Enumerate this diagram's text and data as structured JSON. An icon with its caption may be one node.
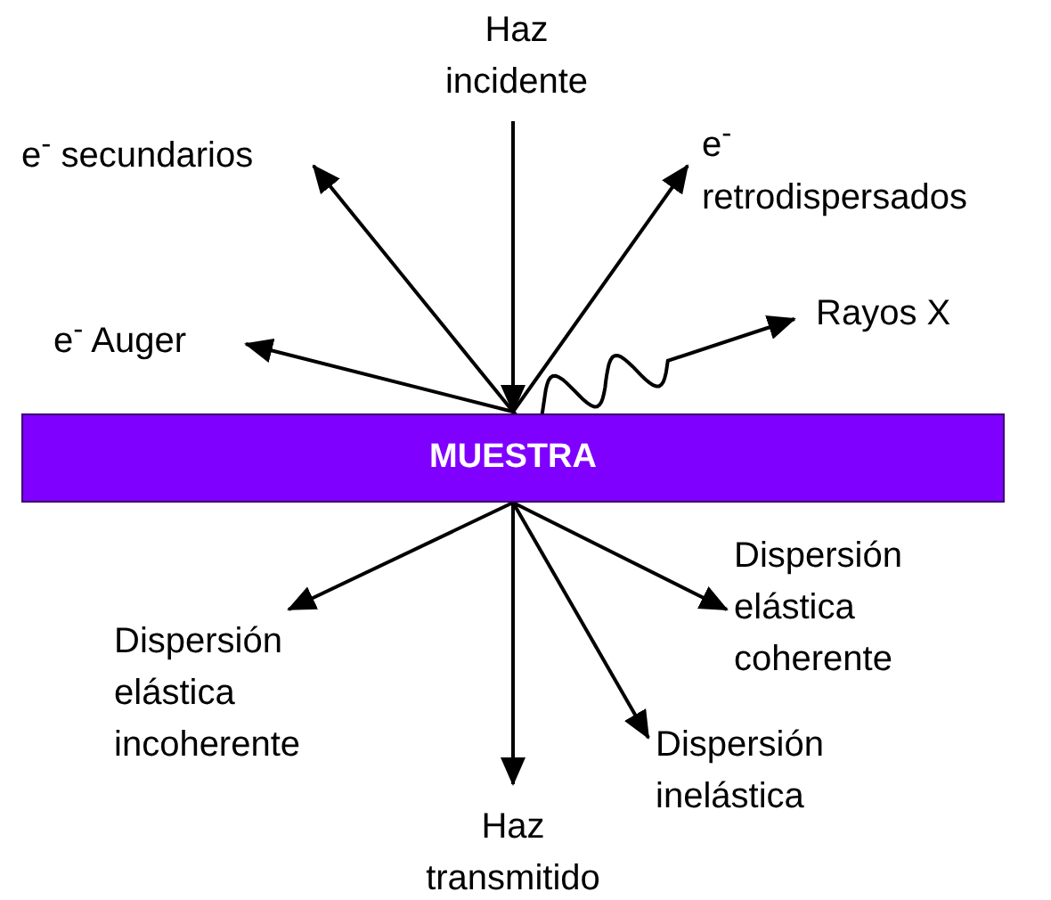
{
  "diagram": {
    "nodes": [
      {
        "text": [
          "Haz incidente"
        ]
      },
      {
        "text": [
          "e$^{-}$ secundarios"
        ]
      },
      {
        "text": [
          "e$^{-}$ retrodispersados"
        ]
      },
      {
        "text": [
          "e$^{-}$ Auger"
        ]
      },
      {
        "text": [
          "Rayos X"
        ]
      },
      {
        "text": [
          "MUESTRA"
        ]
      },
      {
        "text": [
          "Dispersión elástica coherente"
        ]
      },
      {
        "text": [
          "Dispersión elástica incoherente"
        ]
      },
      {
        "text": [
          "Dispersión inelástica"
        ]
      },
      {
        "text": [
          "Haz transmitido"
        ]
      }
    ],
    "edges": [
      {
        "from": 0,
        "to": 5,
        "arrow": "to"
      },
      {
        "from": 5,
        "to": 1,
        "arrow": "to"
      },
      {
        "from": 5,
        "to": 2,
        "arrow": "to"
      },
      {
        "from": 5,
        "to": 3,
        "arrow": "to"
      },
      {
        "from": 5,
        "to": 4,
        "arrow": "to"
      },
      {
        "from": 5,
        "to": 6,
        "arrow": "to"
      },
      {
        "from": 5,
        "to": 7,
        "arrow": "to"
      },
      {
        "from": 5,
        "to": 8,
        "arrow": "to"
      },
      {
        "from": 5,
        "to": 9,
        "arrow": "to"
      }
    ]
  }
}
